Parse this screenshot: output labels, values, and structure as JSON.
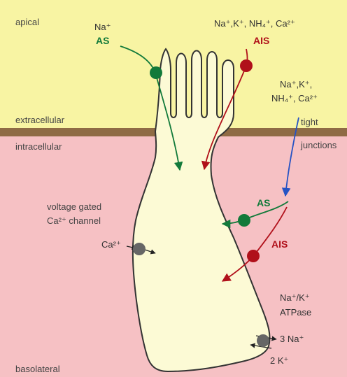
{
  "regions": {
    "apical": "apical",
    "extracellular": "extracellular",
    "intracellular": "intracellular",
    "basolateral": "basolateral",
    "tight_junctions_line1": "tight",
    "tight_junctions_line2": "junctions"
  },
  "labels": {
    "apical_as_ion": "Na⁺",
    "apical_as": "AS",
    "apical_ais_ions": "Na⁺,K⁺, NH₄⁺, Ca²⁺",
    "apical_ais": "AIS",
    "paracellular_ions_line1": "Na⁺,K⁺,",
    "paracellular_ions_line2": "NH₄⁺, Ca²⁺",
    "basolateral_as": "AS",
    "basolateral_ais": "AIS",
    "channel_line1": "voltage gated",
    "channel_line2": "Ca²⁺ channel",
    "channel_ion": "Ca²⁺",
    "pump_line1": "Na⁺/K⁺",
    "pump_line2": "ATPase",
    "pump_out": "3 Na⁺",
    "pump_in": "2 K⁺"
  },
  "colors": {
    "extracellular_bg": "#f8f4a3",
    "intracellular_bg": "#f6c1c4",
    "membrane_band": "#8f6b45",
    "cell_fill": "#fcfad5",
    "cell_outline": "#333333",
    "as_green": "#127a3a",
    "ais_red": "#b0101a",
    "paracellular_blue": "#2653c4",
    "channel_gray": "#666666",
    "text": "#444444"
  }
}
